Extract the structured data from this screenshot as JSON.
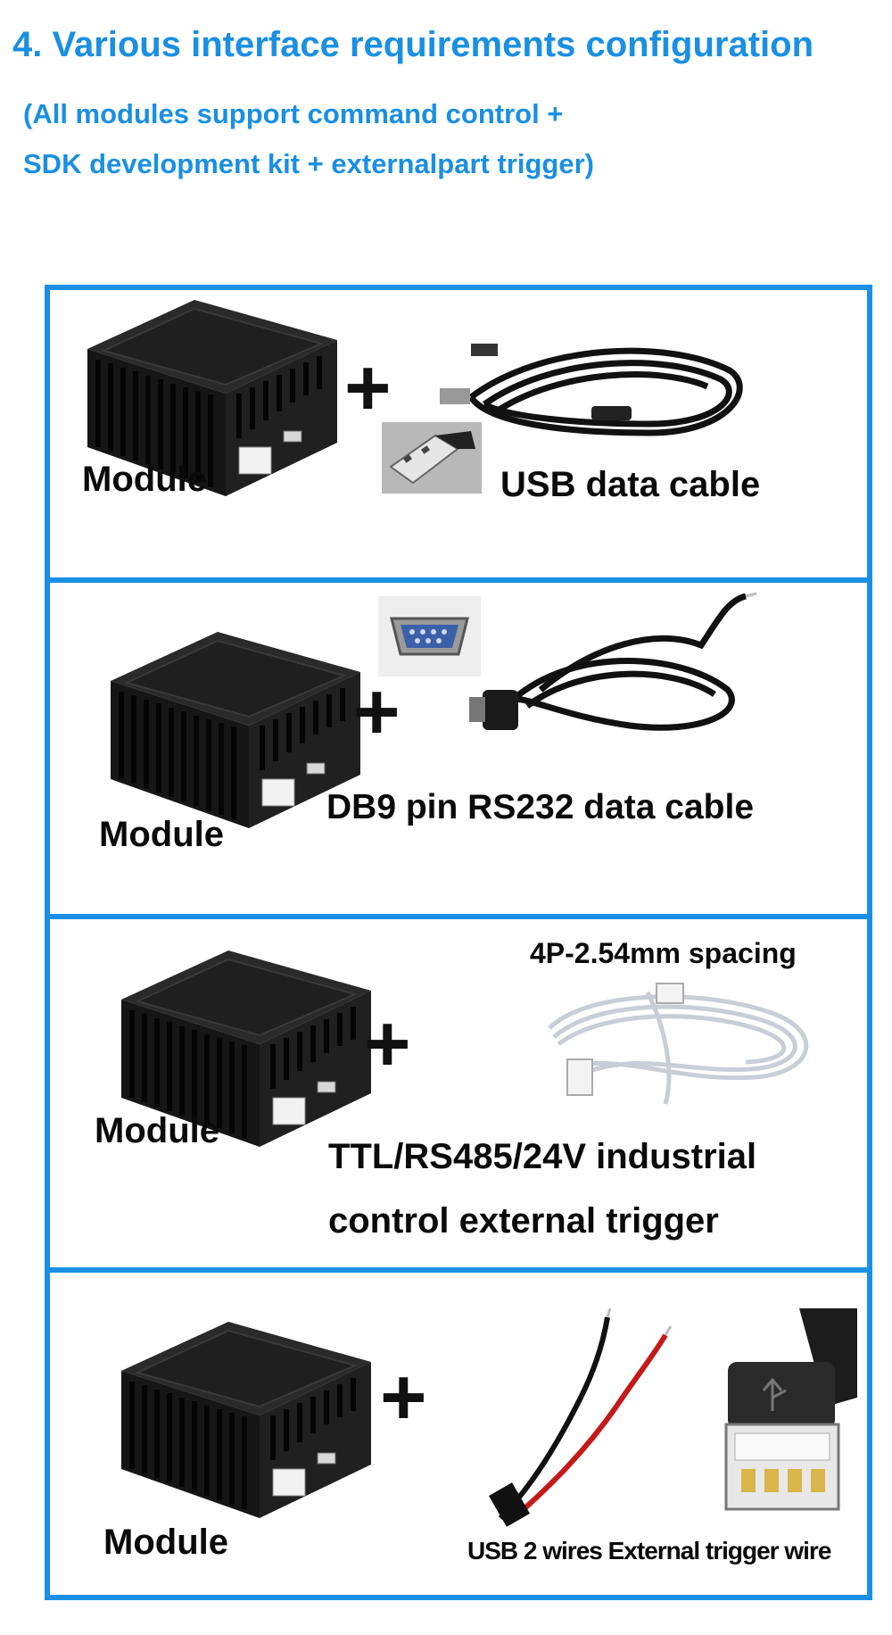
{
  "heading": "4. Various interface requirements configuration",
  "subheading": {
    "line1": "(All modules support command control +",
    "line2": "SDK development kit + externalpart trigger)"
  },
  "panels": [
    {
      "module_label": "Module",
      "plus": "+",
      "cable_label": "USB data cable"
    },
    {
      "module_label": "Module",
      "plus": "+",
      "cable_label": "DB9 pin RS232 data cable"
    },
    {
      "module_label": "Module",
      "plus": "+",
      "cable_top_label": "4P-2.54mm spacing",
      "cable_label_line1": "TTL/RS485/24V industrial",
      "cable_label_line2": "control external trigger"
    },
    {
      "module_label": "Module",
      "plus": "+",
      "cable_label": "USB 2 wires External trigger wire"
    }
  ],
  "colors": {
    "accent": "#1a8fe3",
    "module": "#1c1c1c",
    "text": "#0a0a0a",
    "wire_red": "#c41a1a"
  }
}
